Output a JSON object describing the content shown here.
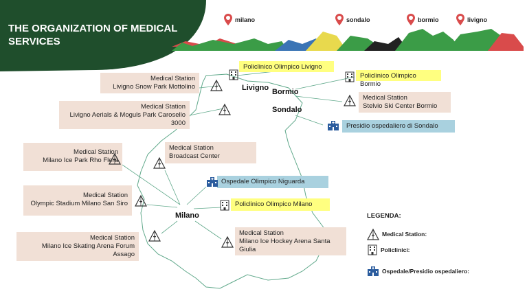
{
  "title": "THE ORGANIZATION OF MEDICAL SERVICES",
  "venues": [
    {
      "name": "milano"
    },
    {
      "name": "sondalo"
    },
    {
      "name": "bormio"
    },
    {
      "name": "livigno"
    }
  ],
  "cities": {
    "livigno": "Livigno",
    "bormio": "Bormio",
    "sondalo": "Sondalo",
    "milano": "Milano"
  },
  "facilities": {
    "policlinico_livigno": "Policlinico Olimpico Livigno",
    "policlinico_bormio": "Policlinico Olimpico Bormio",
    "ms_livigno_snow_park_l1": "Medical Station",
    "ms_livigno_snow_park_l2": "Livigno Snow Park Mottolino",
    "ms_stelvio_l1": "Medical Station",
    "ms_stelvio_l2": "Stelvio Ski Center Bormio",
    "ms_carosello_l1": "Medical Station",
    "ms_carosello_l2": "Livigno Aerials & Moguls Park Carosello",
    "ms_carosello_l3": "3000",
    "presidio_sondalo": "Presidio ospedaliero di Sondalo",
    "ms_rho_l1": "Medical Station",
    "ms_rho_l2": "Milano Ice Park Rho Flera",
    "ms_broadcast_l1": "Medical Station",
    "ms_broadcast_l2": "Broadcast Center",
    "ospedale_niguarda": "Ospedale Olimpico Niguarda",
    "ms_san_siro_l1": "Medical Station",
    "ms_san_siro_l2": "Olympic Stadium Milano San Siro",
    "policlinico_milano": "Policlinico Olimpico Milano",
    "ms_santa_giulia_l1": "Medical Station",
    "ms_santa_giulia_l2": "Milano Ice Hockey Arena Santa",
    "ms_santa_giulia_l3": "Giulia",
    "ms_forum_l1": "Medical Station",
    "ms_forum_l2": "Milano Ice Skating Arena Forum",
    "ms_forum_l3": "Assago"
  },
  "legend": {
    "title": "LEGENDA:",
    "medical_station": "Medical Station:",
    "policlinici": "Policlinici:",
    "ospedale": "Ospedale/Presidio ospedaliero:"
  },
  "colors": {
    "header_green": "#1f4e2c",
    "pink_box": "#f1e0d6",
    "yellow_box": "#ffff80",
    "blue_box": "#a9d1df",
    "map_line": "#5fa88a",
    "pin_red": "#d94b4b"
  },
  "icons": {
    "medical_station": "tent-cross-icon",
    "policlinico": "clinic-building-icon",
    "ospedale": "hospital-building-icon",
    "venue": "map-pin-icon"
  }
}
